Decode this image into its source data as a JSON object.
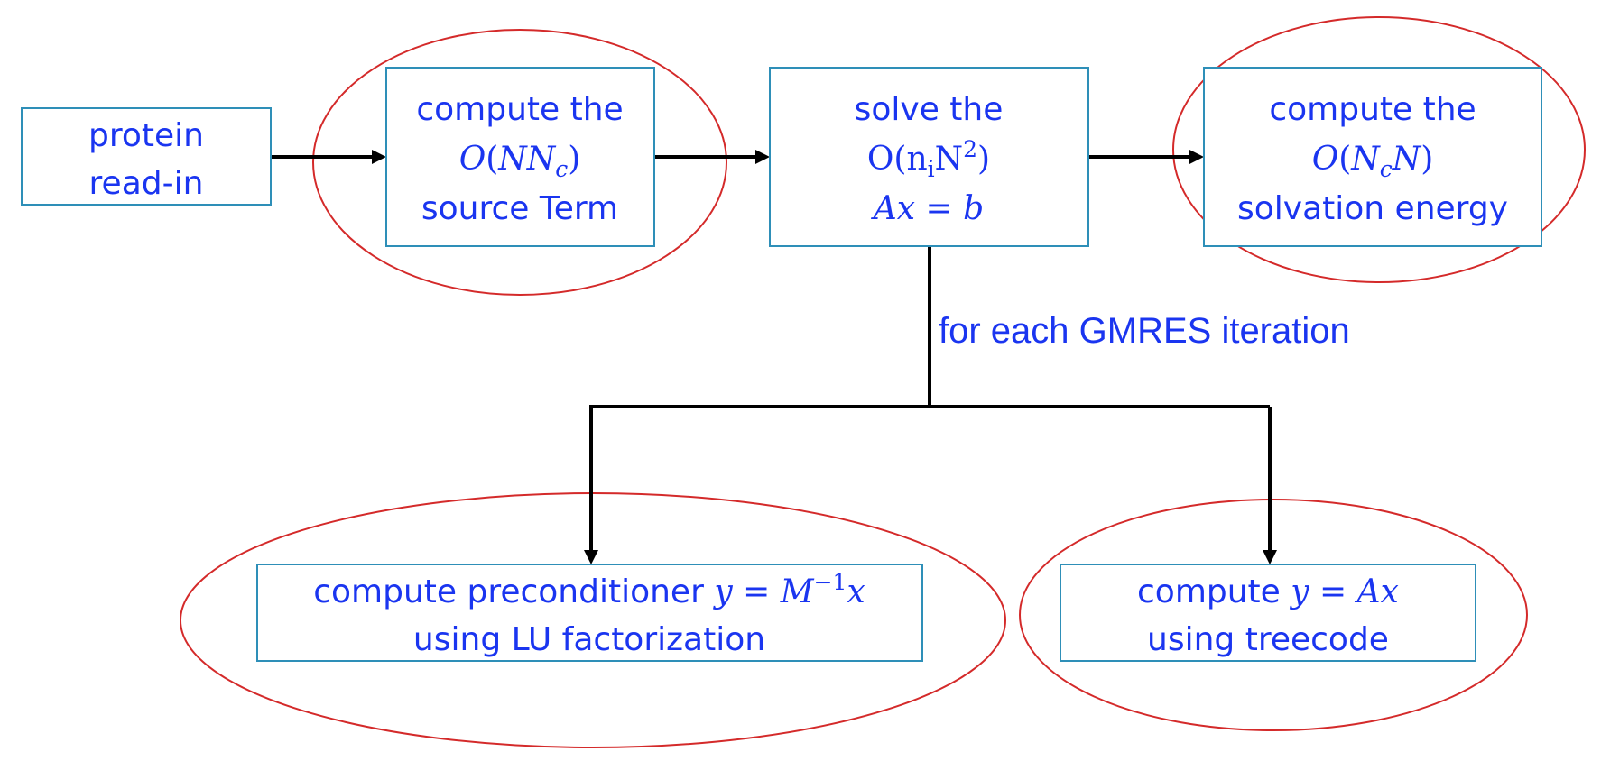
{
  "nodes": {
    "read_in": {
      "line1": "protein",
      "line2": "read-in"
    },
    "source": {
      "line1": "compute the",
      "math": {
        "O": "O",
        "lp": "(",
        "N": "N",
        "N2": "N",
        "c": "c",
        "rp": ")"
      },
      "line3": "source Term"
    },
    "solve": {
      "line1": "solve the",
      "math": {
        "O": "O",
        "lp": "(",
        "n": "n",
        "i": "i",
        "N": "N",
        "exp": "2",
        "rp": ")"
      },
      "eq": {
        "A": "A",
        "x": "x",
        "eq": " = ",
        "b": "b"
      }
    },
    "energy": {
      "line1": "compute the",
      "math": {
        "O": "O",
        "lp": "(",
        "N": "N",
        "c": "c",
        "N2": "N",
        "rp": ")"
      },
      "line3": "solvation energy"
    },
    "precond": {
      "text": "compute preconditioner ",
      "math": {
        "y": "y",
        "eq": " = ",
        "M": "M",
        "exp": "−1",
        "x": "x"
      },
      "line2": "using LU factorization"
    },
    "matvec": {
      "text": "compute ",
      "math": {
        "y": "y",
        "eq": " = ",
        "A": "A",
        "x": "x"
      },
      "line2": "using treecode"
    }
  },
  "edges": {
    "gmres_label": "for each GMRES iteration"
  },
  "colors": {
    "text": "#1a35f0",
    "box_border": "#2e8fb8",
    "ellipse": "#d42a2a",
    "arrow": "#000000"
  }
}
